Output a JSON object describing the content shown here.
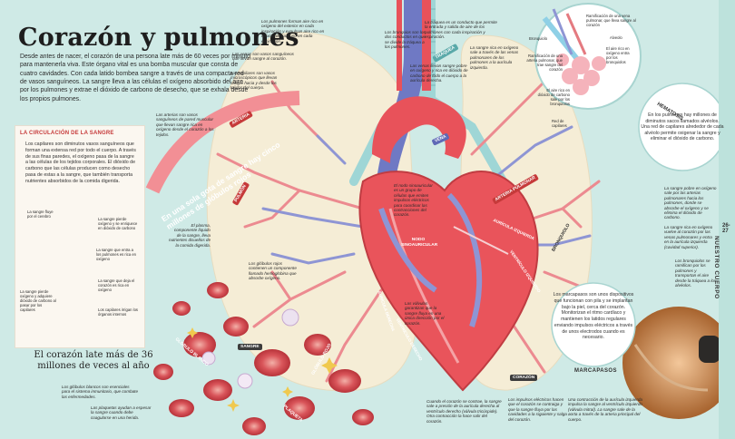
{
  "title": "Corazón y pulmones",
  "intro": "Desde antes de nacer, el corazón de una persona late más de 60 veces por minuto para mantenerla viva. Este órgano vital es una bomba muscular que consta de cuatro cavidades. Con cada latido bombea sangre a través de una compacta red de vasos sanguíneos. La sangre lleva a las células el oxígeno absorbido del aire por los pulmones y extrae el dióxido de carbono de desecho, que se exhala desde los propios pulmones.",
  "circulation": {
    "heading": "LA CIRCULACIÓN DE LA SANGRE",
    "text": "Los capilares son diminutos vasos sanguíneos que forman una extensa red por todo el cuerpo. A través de sus finas paredes, el oxígeno pasa de la sangre a las células de los tejidos corporales. El dióxido de carbono que las células producen como desecho pasa de estas a la sangre, que también transporta nutrientes absorbidos de la comida digerida.",
    "labels": {
      "flows_to_brain": "La sangre fluye por el cerebro",
      "bottom_left": "La sangre pierde oxígeno y adquiere dióxido de carbono al pasar por los capilares",
      "right_top": "La sangre pierde oxígeno y se enriquece en dióxido de carbono",
      "right_mid": "La sangre que entra a los pulmones es rica en oxígeno",
      "right_low": "La sangre que deja el corazón es rica en oxígeno",
      "right_bottom": "Los capilares irrigan los órganos internos"
    }
  },
  "big_text": "El corazón late más de 36 millones de veces al año",
  "banner": "En una sola gota de sangre hay cinco millones de glóbulos rojos",
  "vessel_labels": {
    "arteria_left": "ARTERIA",
    "vena_top": "VENA",
    "arteria_top": "ARTERIA",
    "pulmon": "PULMÓN",
    "traquea": "TRÁQUEA",
    "sangre": "SANGRE",
    "corazon": "CORAZÓN",
    "globulo_blanco": "GLÓBULO BLANCO",
    "globulo_rojo": "GLÓBULO ROJO",
    "plaqueta": "PLAQUETA",
    "hematosis": "HEMATOSIS",
    "bronquiolo": "BRONQUIOLO",
    "marcapasos": "MARCAPASOS",
    "nodo": "NODO SINOAURICULAR",
    "auricula_derecha": "AURÍCULA DERECHA",
    "auricula_izquierda": "AURÍCULA IZQUIERDA",
    "ventriculo_derecho": "VENTRÍCULO DERECHO",
    "ventriculo_izquierdo": "VENTRÍCULO IZQUIERDO",
    "arteria_pulmonar": "ARTERIA PULMONAR"
  },
  "annotations": {
    "pulmones": "Los pulmones forman aire rico en oxígeno del exterior en cada inspiración y expulsan aire rico en dióxido de carbono en cada espiración.",
    "traquea": "La tráquea es un conducto que permite la entrada y salida de aire de los pulmones con cada inspiración y espiración.",
    "bronquios": "Los bronquios son los dos conductos en que se divide la tráquea a los pulmones.",
    "venas": "Las venas son vasos sanguíneos que llevan sangre al corazón.",
    "capilares": "Los capilares son vasos microscópicos que llevan sangre hacia y desde los tejidos del cuerpo.",
    "venas_rica": "Las venas llevan sangre pobre en oxígeno y rica en dióxido de carbono de todo el cuerpo a la aurícula derecha.",
    "sangre_rica": "La sangre rica en oxígeno sale a través de las venas pulmonares de los pulmones a la aurícula izquierda.",
    "arterias": "Las arterias son vasos sanguíneos de pared muscular que llevan sangre rica en oxígeno desde el corazón a los tejidos.",
    "nodo_sinoauricular": "El nodo sinoauricular es un grupo de células que emiten impulsos eléctricos para coordinar las contracciones del corazón.",
    "plasma": "El plasma, componente líquido de la sangre, lleva nutrientes disueltos de la comida digerida.",
    "globulos_rojos": "Los glóbulos rojos contienen un componente llamado hemoglobina que absorbe oxígeno.",
    "valvulas": "Las válvulas garantizan que la sangre fluya en una única dirección por el corazón.",
    "globulos_blancos": "Los glóbulos blancos son esenciales para el sistema inmunitario, que combate las enfermedades.",
    "plaquetas": "Las plaquetas ayudan a espesar la sangre cuando debe coagularse en una herida.",
    "relax": "Cuando el corazón se contrae, la sangre sale a presión de la aurícula derecha al ventrículo derecho (válvula tricúspide). Otra contracción la hace salir del corazón.",
    "impulsos": "Los impulsos eléctricos hacen que el corazón se contraiga y que la sangre fluya por las cavidades a la siguiente y salga del corazón.",
    "contraccion": "Una contracción de la aurícula izquierda impulsa la sangre al ventrículo izquierdo (válvula mitral). La sangre sale de la aorta a través de la arteria principal del cuerpo.",
    "sangre_pobre": "La sangre pobre en oxígeno sale por las arterias pulmonares hacia los pulmones, donde se absorbe el oxígeno y se elimina el dióxido de carbono.",
    "sangre_rica_2": "La sangre rica en oxígeno vuelve al corazón por las venas pulmonares y entra en la aurícula izquierda (cavidad superior).",
    "bronquiolos": "Los bronquiolos se ramifican por los pulmones y transportan el aire desde la tráquea a los alvéolos.",
    "alveolos": "En los pulmones hay millones de diminutos sacos llamados alvéolos. Una red de capilares alrededor de cada alvéolo permite oxigenar la sangre y eliminar el dióxido de carbono.",
    "marcapasos": "Los marcapasos son unos dispositivos que funcionan con pila y se implantan bajo la piel, cerca del corazón. Monitorizan el ritmo cardíaco y mantienen los latidos regulares enviando impulsos eléctricos a través de unos electrodos cuando es necesario."
  },
  "inset": {
    "branch_vein": "Ramificación de una vena pulmonar, que lleva sangre al corazón",
    "branch_artery": "Ramificación de una arteria pulmonar, que trae sangre del corazón",
    "bronquiolo": "Bronquiolo",
    "alveolo": "Alveolo",
    "air_rich": "El aire rico en oxígeno entra por los bronquiolos",
    "air_out": "El aire rico en dióxido de carbono sale por los bronquiolos",
    "capilares": "Red de capilares"
  },
  "side_tab": "NUESTRO CUERPO",
  "page_number": "26-27",
  "colors": {
    "background": "#cfeae6",
    "artery": "#e8525a",
    "vein": "#6f79c4",
    "lung": "#f4ecd6",
    "accent": "#c63a3a"
  }
}
